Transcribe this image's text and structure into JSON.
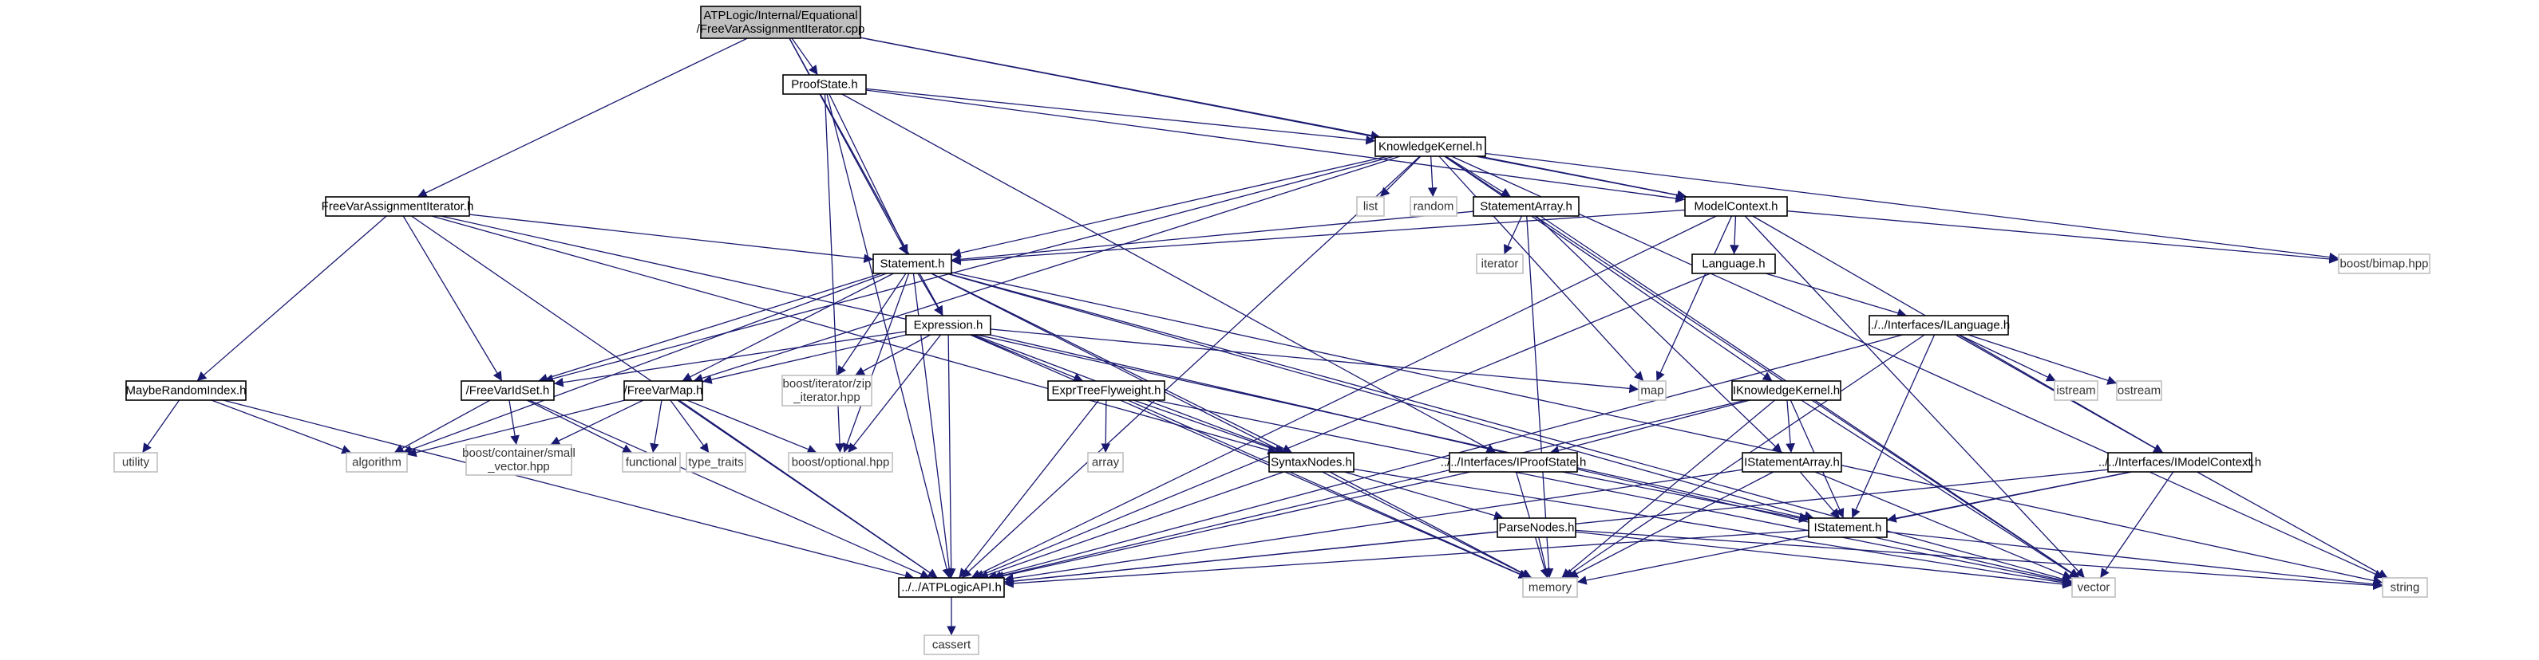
{
  "colors": {
    "edge": "#191970",
    "root_fill": "#bfbfbf",
    "node_border": "#000000",
    "external_border": "#bfbfbf"
  },
  "nodes": [
    {
      "id": "root",
      "kind": "root",
      "lines": [
        "ATPLogic/Internal/Equational",
        "/FreeVarAssignmentIterator.cpp"
      ]
    },
    {
      "id": "proofstate",
      "kind": "normal",
      "lines": [
        "ProofState.h"
      ]
    },
    {
      "id": "knowledgekernel",
      "kind": "normal",
      "lines": [
        "KnowledgeKernel.h"
      ]
    },
    {
      "id": "modelcontext",
      "kind": "normal",
      "lines": [
        "ModelContext.h"
      ]
    },
    {
      "id": "fvai",
      "kind": "normal",
      "lines": [
        "FreeVarAssignmentIterator.h"
      ]
    },
    {
      "id": "statementarray",
      "kind": "normal",
      "lines": [
        "StatementArray.h"
      ]
    },
    {
      "id": "statement",
      "kind": "normal",
      "lines": [
        "Statement.h"
      ]
    },
    {
      "id": "language",
      "kind": "normal",
      "lines": [
        "Language.h"
      ]
    },
    {
      "id": "ilanguage",
      "kind": "normal",
      "lines": [
        "../../Interfaces/ILanguage.h"
      ]
    },
    {
      "id": "expression",
      "kind": "normal",
      "lines": [
        "Expression.h"
      ]
    },
    {
      "id": "mayberandom",
      "kind": "normal",
      "lines": [
        "MaybeRandomIndex.h"
      ]
    },
    {
      "id": "freevaridset",
      "kind": "normal",
      "lines": [
        "/FreeVarIdSet.h"
      ]
    },
    {
      "id": "freevarmap",
      "kind": "normal",
      "lines": [
        "/FreeVarMap.h"
      ]
    },
    {
      "id": "exprtree",
      "kind": "normal",
      "lines": [
        "ExprTreeFlyweight.h"
      ]
    },
    {
      "id": "syntaxnodes",
      "kind": "normal",
      "lines": [
        "SyntaxNodes.h"
      ]
    },
    {
      "id": "iproofstate",
      "kind": "normal",
      "lines": [
        "../../Interfaces/IProofState.h"
      ]
    },
    {
      "id": "iknowledge",
      "kind": "normal",
      "lines": [
        "IKnowledgeKernel.h"
      ]
    },
    {
      "id": "istatementarray",
      "kind": "normal",
      "lines": [
        "IStatementArray.h"
      ]
    },
    {
      "id": "imodelcontext",
      "kind": "normal",
      "lines": [
        "../../Interfaces/IModelContext.h"
      ]
    },
    {
      "id": "parsenodes",
      "kind": "normal",
      "lines": [
        "ParseNodes.h"
      ]
    },
    {
      "id": "istatement",
      "kind": "normal",
      "lines": [
        "IStatement.h"
      ]
    },
    {
      "id": "atplogicapi",
      "kind": "normal",
      "lines": [
        "../../ATPLogicAPI.h"
      ]
    },
    {
      "id": "list",
      "kind": "ext",
      "lines": [
        "list"
      ]
    },
    {
      "id": "random",
      "kind": "ext",
      "lines": [
        "random"
      ]
    },
    {
      "id": "iterator",
      "kind": "ext",
      "lines": [
        "iterator"
      ]
    },
    {
      "id": "bimap",
      "kind": "ext",
      "lines": [
        "boost/bimap.hpp"
      ]
    },
    {
      "id": "map",
      "kind": "ext",
      "lines": [
        "map"
      ]
    },
    {
      "id": "istream",
      "kind": "ext",
      "lines": [
        "istream"
      ]
    },
    {
      "id": "ostream",
      "kind": "ext",
      "lines": [
        "ostream"
      ]
    },
    {
      "id": "zipiter",
      "kind": "ext",
      "lines": [
        "boost/iterator/zip",
        "_iterator.hpp"
      ]
    },
    {
      "id": "utility",
      "kind": "ext",
      "lines": [
        "utility"
      ]
    },
    {
      "id": "algorithm",
      "kind": "ext",
      "lines": [
        "algorithm"
      ]
    },
    {
      "id": "smallvector",
      "kind": "ext",
      "lines": [
        "boost/container/small",
        "_vector.hpp"
      ]
    },
    {
      "id": "functional",
      "kind": "ext",
      "lines": [
        "functional"
      ]
    },
    {
      "id": "typetraits",
      "kind": "ext",
      "lines": [
        "type_traits"
      ]
    },
    {
      "id": "optional",
      "kind": "ext",
      "lines": [
        "boost/optional.hpp"
      ]
    },
    {
      "id": "array",
      "kind": "ext",
      "lines": [
        "array"
      ]
    },
    {
      "id": "memory",
      "kind": "ext",
      "lines": [
        "memory"
      ]
    },
    {
      "id": "vector",
      "kind": "ext",
      "lines": [
        "vector"
      ]
    },
    {
      "id": "string",
      "kind": "ext",
      "lines": [
        "string"
      ]
    },
    {
      "id": "cassert",
      "kind": "ext",
      "lines": [
        "cassert"
      ]
    }
  ],
  "edges": [
    [
      "root",
      "proofstate"
    ],
    [
      "root",
      "knowledgekernel"
    ],
    [
      "root",
      "modelcontext"
    ],
    [
      "root",
      "fvai"
    ],
    [
      "root",
      "statement"
    ],
    [
      "root",
      "expression"
    ],
    [
      "proofstate",
      "knowledgekernel"
    ],
    [
      "proofstate",
      "modelcontext"
    ],
    [
      "proofstate",
      "statement"
    ],
    [
      "proofstate",
      "iproofstate"
    ],
    [
      "proofstate",
      "optional"
    ],
    [
      "proofstate",
      "atplogicapi"
    ],
    [
      "knowledgekernel",
      "list"
    ],
    [
      "knowledgekernel",
      "random"
    ],
    [
      "knowledgekernel",
      "statementarray"
    ],
    [
      "knowledgekernel",
      "modelcontext"
    ],
    [
      "knowledgekernel",
      "bimap"
    ],
    [
      "knowledgekernel",
      "statement"
    ],
    [
      "knowledgekernel",
      "map"
    ],
    [
      "knowledgekernel",
      "iknowledge"
    ],
    [
      "knowledgekernel",
      "vector"
    ],
    [
      "knowledgekernel",
      "string"
    ],
    [
      "knowledgekernel",
      "freevaridset"
    ],
    [
      "knowledgekernel",
      "freevarmap"
    ],
    [
      "knowledgekernel",
      "atplogicapi"
    ],
    [
      "modelcontext",
      "language"
    ],
    [
      "modelcontext",
      "bimap"
    ],
    [
      "modelcontext",
      "statement"
    ],
    [
      "modelcontext",
      "imodelcontext"
    ],
    [
      "modelcontext",
      "map"
    ],
    [
      "modelcontext",
      "vector"
    ],
    [
      "modelcontext",
      "atplogicapi"
    ],
    [
      "fvai",
      "statement"
    ],
    [
      "fvai",
      "mayberandom"
    ],
    [
      "fvai",
      "freevaridset"
    ],
    [
      "fvai",
      "syntaxnodes"
    ],
    [
      "fvai",
      "istatement"
    ],
    [
      "fvai",
      "atplogicapi"
    ],
    [
      "statementarray",
      "iterator"
    ],
    [
      "statementarray",
      "statement"
    ],
    [
      "statementarray",
      "istatementarray"
    ],
    [
      "statementarray",
      "memory"
    ],
    [
      "statementarray",
      "vector"
    ],
    [
      "statement",
      "expression"
    ],
    [
      "statement",
      "freevaridset"
    ],
    [
      "statement",
      "freevarmap"
    ],
    [
      "statement",
      "zipiter"
    ],
    [
      "statement",
      "optional"
    ],
    [
      "statement",
      "syntaxnodes"
    ],
    [
      "statement",
      "istatement"
    ],
    [
      "statement",
      "algorithm"
    ],
    [
      "statement",
      "memory"
    ],
    [
      "statement",
      "vector"
    ],
    [
      "statement",
      "string"
    ],
    [
      "statement",
      "atplogicapi"
    ],
    [
      "language",
      "ilanguage"
    ],
    [
      "language",
      "atplogicapi"
    ],
    [
      "ilanguage",
      "istream"
    ],
    [
      "ilanguage",
      "ostream"
    ],
    [
      "ilanguage",
      "imodelcontext"
    ],
    [
      "ilanguage",
      "istatement"
    ],
    [
      "ilanguage",
      "memory"
    ],
    [
      "ilanguage",
      "atplogicapi"
    ],
    [
      "expression",
      "freevaridset"
    ],
    [
      "expression",
      "freevarmap"
    ],
    [
      "expression",
      "exprtree"
    ],
    [
      "expression",
      "syntaxnodes"
    ],
    [
      "expression",
      "zipiter"
    ],
    [
      "expression",
      "optional"
    ],
    [
      "expression",
      "map"
    ],
    [
      "expression",
      "memory"
    ],
    [
      "expression",
      "vector"
    ],
    [
      "expression",
      "atplogicapi"
    ],
    [
      "mayberandom",
      "utility"
    ],
    [
      "mayberandom",
      "algorithm"
    ],
    [
      "mayberandom",
      "atplogicapi"
    ],
    [
      "freevaridset",
      "algorithm"
    ],
    [
      "freevaridset",
      "smallvector"
    ],
    [
      "freevaridset",
      "functional"
    ],
    [
      "freevaridset",
      "atplogicapi"
    ],
    [
      "freevarmap",
      "algorithm"
    ],
    [
      "freevarmap",
      "smallvector"
    ],
    [
      "freevarmap",
      "functional"
    ],
    [
      "freevarmap",
      "typetraits"
    ],
    [
      "freevarmap",
      "optional"
    ],
    [
      "freevarmap",
      "atplogicapi"
    ],
    [
      "exprtree",
      "array"
    ],
    [
      "exprtree",
      "syntaxnodes"
    ],
    [
      "exprtree",
      "memory"
    ],
    [
      "exprtree",
      "atplogicapi"
    ],
    [
      "exprtree",
      "vector"
    ],
    [
      "syntaxnodes",
      "parsenodes"
    ],
    [
      "syntaxnodes",
      "memory"
    ],
    [
      "syntaxnodes",
      "vector"
    ],
    [
      "syntaxnodes",
      "atplogicapi"
    ],
    [
      "iproofstate",
      "istatement"
    ],
    [
      "iproofstate",
      "memory"
    ],
    [
      "iproofstate",
      "atplogicapi"
    ],
    [
      "iknowledge",
      "iproofstate"
    ],
    [
      "iknowledge",
      "istatementarray"
    ],
    [
      "iknowledge",
      "istatement"
    ],
    [
      "iknowledge",
      "memory"
    ],
    [
      "iknowledge",
      "vector"
    ],
    [
      "iknowledge",
      "atplogicapi"
    ],
    [
      "istatementarray",
      "istatement"
    ],
    [
      "istatementarray",
      "memory"
    ],
    [
      "istatementarray",
      "vector"
    ],
    [
      "istatementarray",
      "atplogicapi"
    ],
    [
      "imodelcontext",
      "istatement"
    ],
    [
      "imodelcontext",
      "memory"
    ],
    [
      "imodelcontext",
      "vector"
    ],
    [
      "imodelcontext",
      "string"
    ],
    [
      "imodelcontext",
      "atplogicapi"
    ],
    [
      "parsenodes",
      "memory"
    ],
    [
      "parsenodes",
      "vector"
    ],
    [
      "parsenodes",
      "string"
    ],
    [
      "parsenodes",
      "atplogicapi"
    ],
    [
      "istatement",
      "string"
    ],
    [
      "istatement",
      "atplogicapi"
    ],
    [
      "atplogicapi",
      "cassert"
    ]
  ]
}
